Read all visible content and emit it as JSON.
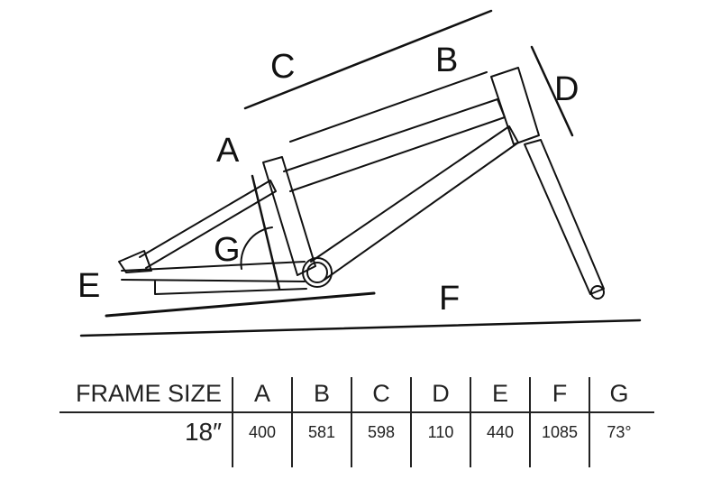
{
  "diagram": {
    "dimension_labels": [
      "A",
      "B",
      "C",
      "D",
      "E",
      "F",
      "G"
    ]
  },
  "table": {
    "header": [
      "FRAME SIZE",
      "A",
      "B",
      "C",
      "D",
      "E",
      "F",
      "G"
    ],
    "rows": [
      {
        "size": "18″",
        "values": [
          "400",
          "581",
          "598",
          "110",
          "440",
          "1085",
          "73°"
        ]
      }
    ]
  }
}
